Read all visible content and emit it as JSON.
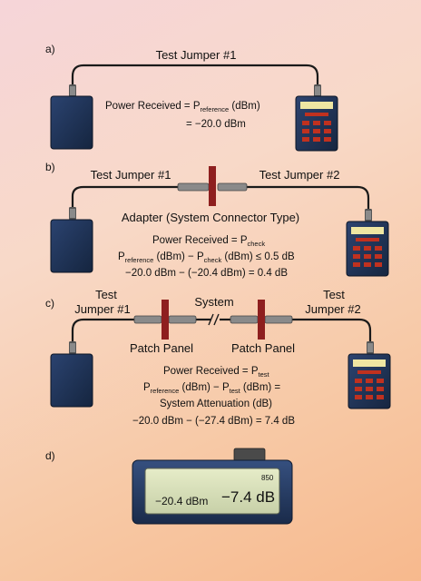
{
  "sections": {
    "a": {
      "label": "a)",
      "jumper": "Test Jumper #1",
      "eq1_prefix": "Power Received = P",
      "eq1_sub": "reference",
      "eq1_suffix": " (dBm)",
      "eq2": "= −20.0 dBm"
    },
    "b": {
      "label": "b)",
      "jumper1": "Test Jumper #1",
      "jumper2": "Test Jumper #2",
      "adapter": "Adapter (System Connector Type)",
      "eq1_prefix": "Power Received = P",
      "eq1_sub": "check",
      "eq2_p1": "P",
      "eq2_sub1": "reference",
      "eq2_mid": " (dBm) − P",
      "eq2_sub2": "check",
      "eq2_end": " (dBm) ≤ 0.5 dB",
      "eq3": "−20.0 dBm − (−20.4 dBm) = 0.4 dB"
    },
    "c": {
      "label": "c)",
      "test_left": "Test",
      "jumper_left": "Jumper #1",
      "system": "System",
      "test_right": "Test",
      "jumper_right": "Jumper #2",
      "patch_left": "Patch Panel",
      "patch_right": "Patch Panel",
      "eq1_prefix": "Power Received = P",
      "eq1_sub": "test",
      "eq2_p1": "P",
      "eq2_sub1": "reference",
      "eq2_mid": " (dBm) − P",
      "eq2_sub2": "test",
      "eq2_end": " (dBm) =",
      "eq3": "System Attenuation (dB)",
      "eq4": "−20.0 dBm − (−27.4 dBm) = 7.4 dB"
    },
    "d": {
      "label": "d)",
      "wavelength": "850",
      "reading_left": "−20.4 dBm",
      "reading_main": "−7.4 dB"
    }
  },
  "colors": {
    "source_body": "#1c2f52",
    "meter_screen": "#efe6a2",
    "meter_keys": "#c0311f",
    "connector": "#8e1f1f",
    "cable": "#1a1a1a",
    "lcd": "#dfe6c4"
  }
}
